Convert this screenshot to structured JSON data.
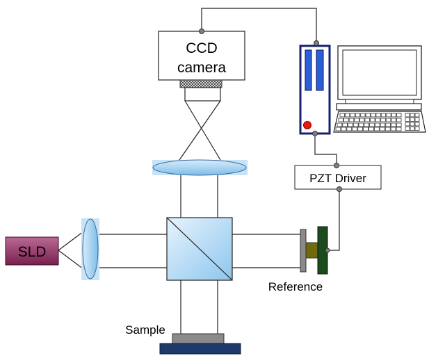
{
  "labels": {
    "ccd_line1": "CCD",
    "ccd_line2": "camera",
    "pzt_driver": "PZT Driver",
    "sld": "SLD",
    "reference": "Reference",
    "sample": "Sample"
  },
  "colors": {
    "optic_blue": "#a9d4f2",
    "sld_fill": "#8a2a5c",
    "pc_slot_blue": "#2a5fd8",
    "pc_frame": "#16206e",
    "indicator_red": "#e8180c",
    "pzt_green": "#1a4a1e",
    "pzt_olive": "#6f6a0d",
    "mirror_gray": "#8a8a8a",
    "stage_navy": "#1e3a6a"
  },
  "icons": [
    "computer-icon",
    "keyboard-icon",
    "monitor-icon",
    "ccd-lens-icon"
  ]
}
